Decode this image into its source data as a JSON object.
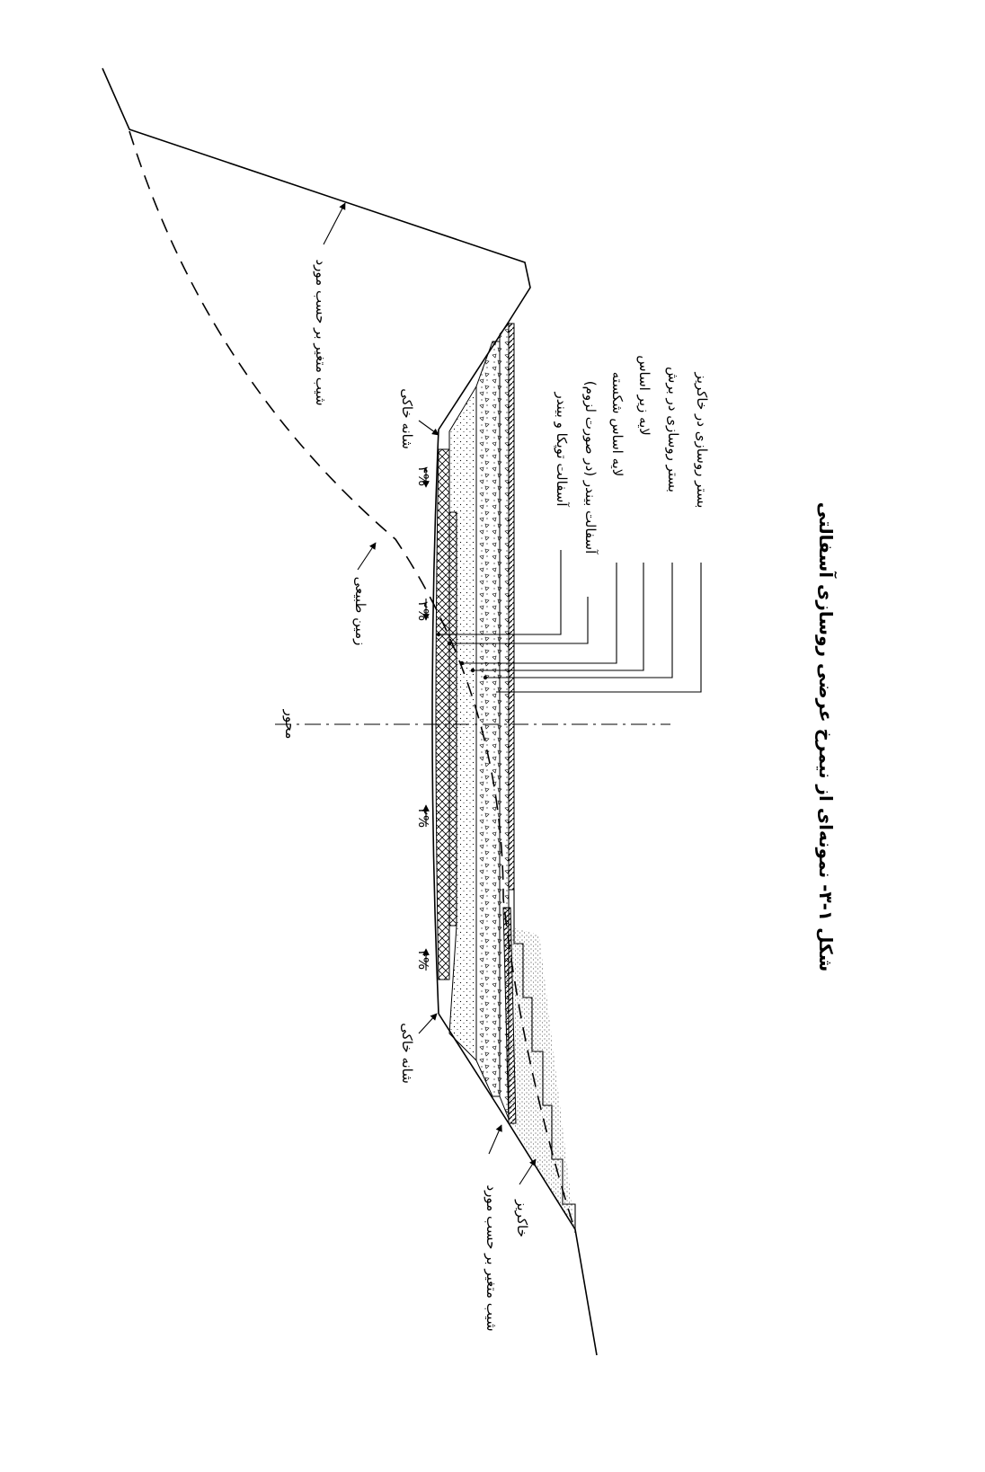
{
  "figure": {
    "caption": "شکل ۱-۳- نمونه‌ای از نیمرخ عرضی روسازی آسفالتی"
  },
  "labels": {
    "cut_slope": "شیب متغیر بر حسب مورد",
    "fill_slope": "شیب متغیر بر حسب مورد",
    "natural_ground": "زمین طبیعی",
    "shoulder_top": "شانه خاکی",
    "shoulder_bottom": "شانه خاکی",
    "embankment": "خاکریز",
    "centerline": "محور"
  },
  "grades": {
    "top_shoulder": "۴%",
    "top_lane": "۲%",
    "bottom_lane": "۲%",
    "bottom_shoulder": "۴%"
  },
  "layers": [
    "آسفالت توپکا و بیندر",
    "آسفالت بیندر (در صورت لزوم)",
    "لایه اساس شکسته",
    "لایه زیر اساس",
    "بستر روسازی در برش",
    "بستر روسازی در خاکریز"
  ]
}
